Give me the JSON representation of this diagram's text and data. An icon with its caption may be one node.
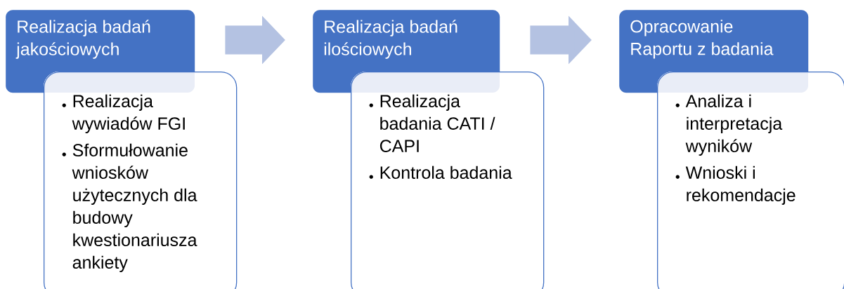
{
  "diagram": {
    "nodes": [
      {
        "text": [
          "Realizacja badań jakościowych"
        ]
      },
      {
        "text": [
          "Realizacja wywiadów FGI",
          "Sformułowanie wniosków użytecznych dla budowy kwestionariusza ankiety"
        ]
      },
      {
        "text": [
          "Realizacja badań ilościowych"
        ]
      },
      {
        "text": [
          "Realizacja badania CATI / CAPI",
          "Kontrola badania"
        ]
      },
      {
        "text": [
          "Opracowanie Raportu z badania"
        ]
      },
      {
        "text": [
          "Analiza i interpretacja wyników",
          "Wnioski i rekomendacje"
        ]
      }
    ],
    "edges": [
      {
        "from": 0,
        "to": 2,
        "arrow": "to"
      },
      {
        "from": 2,
        "to": 4,
        "arrow": "to"
      }
    ]
  }
}
